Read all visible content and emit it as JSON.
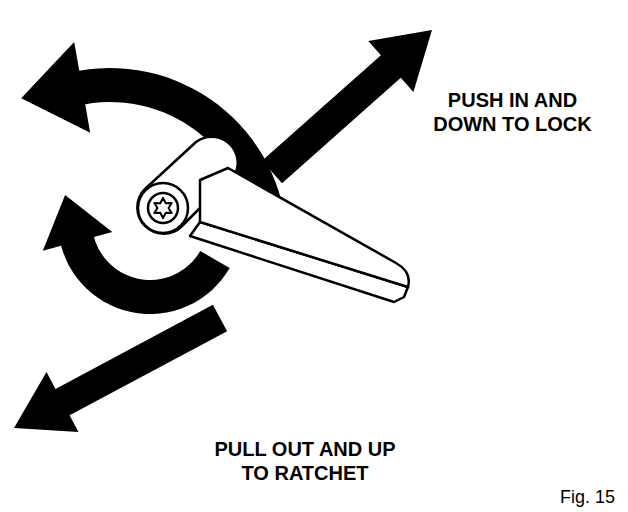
{
  "diagram": {
    "labels": [
      "PUSH IN AND DOWN TO LOCK",
      "PULL OUT AND UP TO RATCHET",
      "Fig. 15"
    ]
  }
}
